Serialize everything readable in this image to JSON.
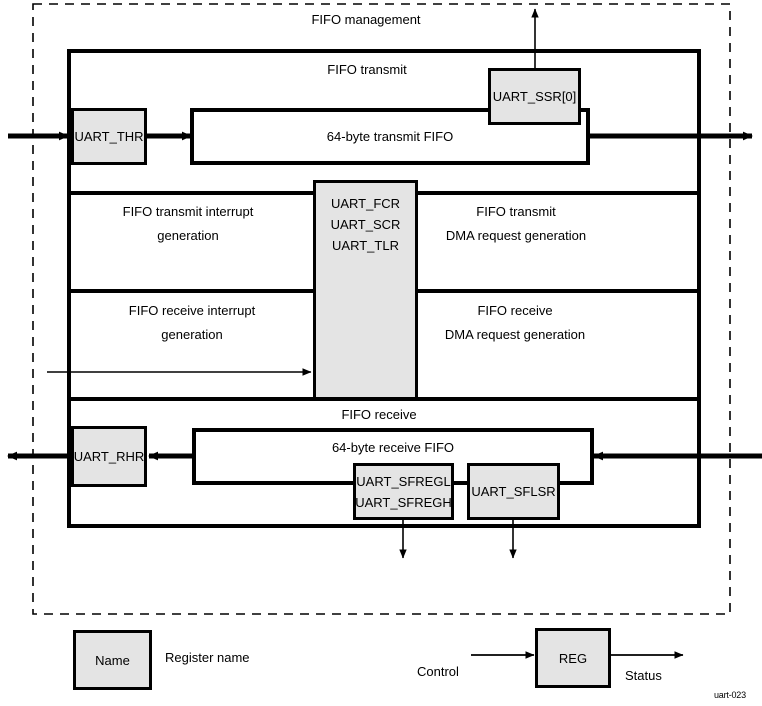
{
  "figure": {
    "credit_id": "uart-023",
    "outer_region_label": "FIFO management"
  },
  "colors": {
    "register_fill": "#e4e4e4",
    "line": "#000000",
    "background": "#ffffff"
  },
  "sections": {
    "fifo_transmit": {
      "title": "FIFO transmit",
      "fifo_block_label": "64-byte transmit FIFO"
    },
    "tx_interrupt": {
      "line1": "FIFO transmit interrupt",
      "line2": "generation"
    },
    "tx_dma": {
      "line1": "FIFO transmit",
      "line2": "DMA request generation"
    },
    "rx_interrupt": {
      "line1": "FIFO receive interrupt",
      "line2": "generation"
    },
    "rx_dma": {
      "line1": "FIFO receive",
      "line2": "DMA request generation"
    },
    "fifo_receive": {
      "title": "FIFO receive",
      "fifo_block_label": "64-byte receive FIFO"
    }
  },
  "registers": {
    "thr": {
      "name": "UART_THR"
    },
    "ssr": {
      "name": "UART_SSR[0]"
    },
    "control_stack": {
      "names": [
        "UART_FCR",
        "UART_SCR",
        "UART_TLR"
      ]
    },
    "rhr": {
      "name": "UART_RHR"
    },
    "sfreg": {
      "names": [
        "UART_SFREGL",
        "UART_SFREGH"
      ]
    },
    "sflsr": {
      "name": "UART_SFLSR"
    }
  },
  "legend": {
    "register_box_label": "Name",
    "register_box_caption": "Register name",
    "reg_box_label": "REG",
    "control_label": "Control",
    "status_label": "Status"
  }
}
